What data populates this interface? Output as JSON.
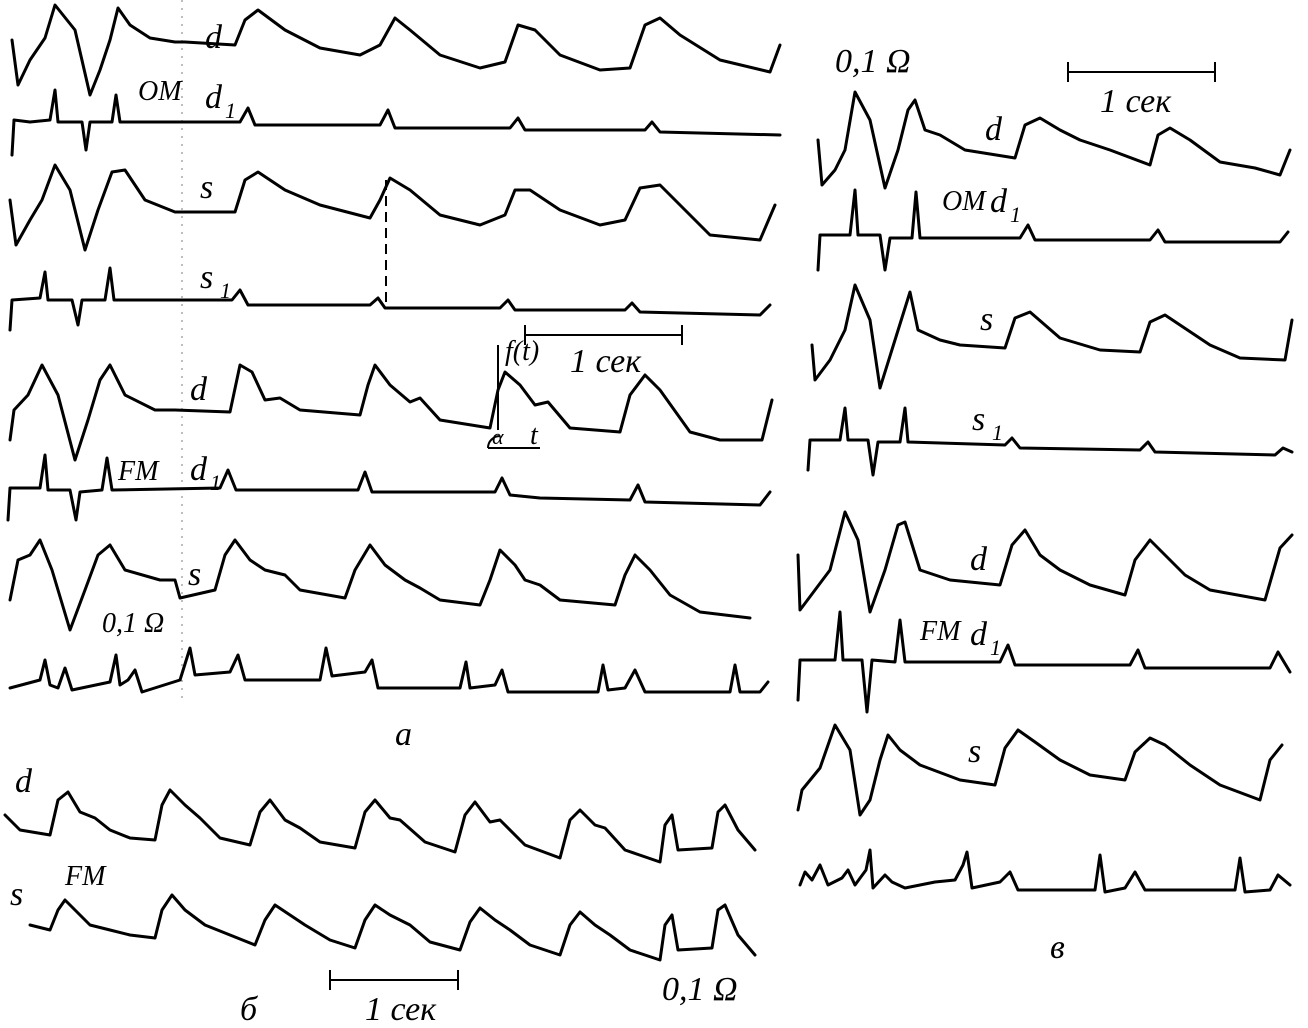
{
  "panel_a": {
    "label": "a",
    "group1": {
      "mode": "OM",
      "t1": "d",
      "t2": "d",
      "t3": "s",
      "t4": "s"
    },
    "group2": {
      "mode": "FM",
      "t1": "d",
      "t2": "d",
      "t3": "s",
      "ref": "0,1 Ω"
    },
    "scale": "1 сек",
    "f_label": "f(t)",
    "t_label": "t",
    "alpha": "α"
  },
  "panel_b": {
    "label": "б",
    "mode": "FM",
    "t1": "d",
    "t2": "s",
    "scale": "1 сек",
    "ref": "0,1 Ω"
  },
  "panel_v": {
    "label": "в",
    "ref": "0,1 Ω",
    "scale": "1 сек",
    "group1": {
      "mode": "OM",
      "t1": "d",
      "t2": "d",
      "t3": "s",
      "t4": "s"
    },
    "group2": {
      "mode": "FM",
      "t1": "d",
      "t2": "d",
      "t3": "s"
    }
  }
}
